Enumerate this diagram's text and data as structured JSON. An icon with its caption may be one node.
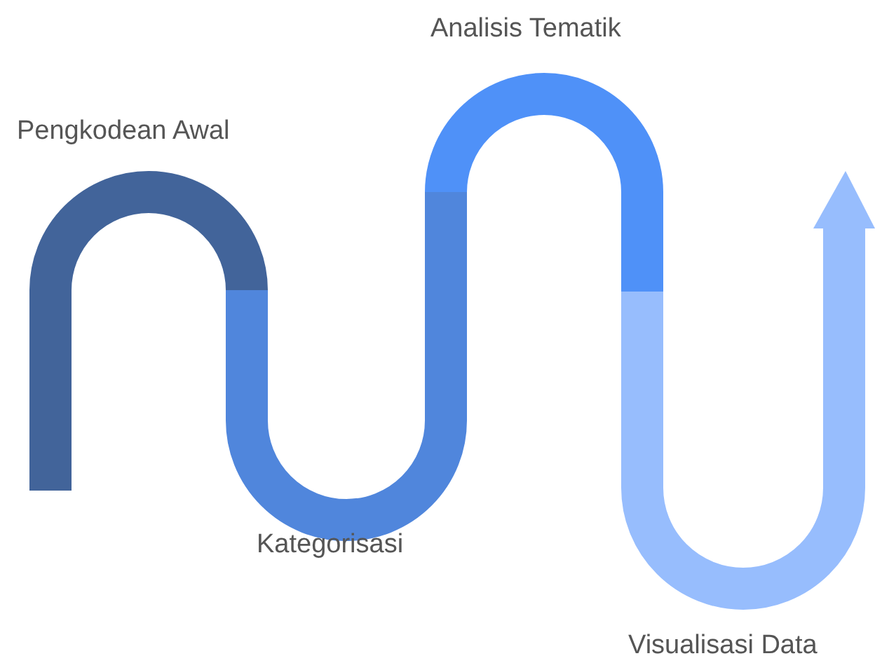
{
  "diagram": {
    "labels": [
      "Analisis Tematik",
      "Pengkodean Awal",
      "Kategorisasi",
      "Visualisasi Data"
    ]
  }
}
